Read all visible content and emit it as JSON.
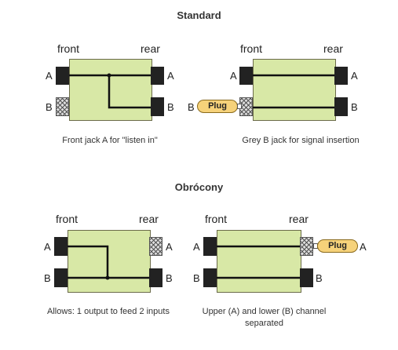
{
  "headings": {
    "standard": "Standard",
    "reversed": "Obrócony"
  },
  "labels": {
    "front": "front",
    "rear": "rear",
    "a": "A",
    "b": "B",
    "plug": "Plug"
  },
  "captions": {
    "d1": "Front jack A for \"listen in\"",
    "d2": "Grey B jack for signal insertion",
    "d3": "Allows: 1 output to feed 2 inputs",
    "d4": "Upper (A) and lower (B) channel separated"
  },
  "colors": {
    "box_fill": "#d8e8a6",
    "jack": "#222222",
    "plug_fill": "#f6d27a",
    "wire": "#111111"
  }
}
